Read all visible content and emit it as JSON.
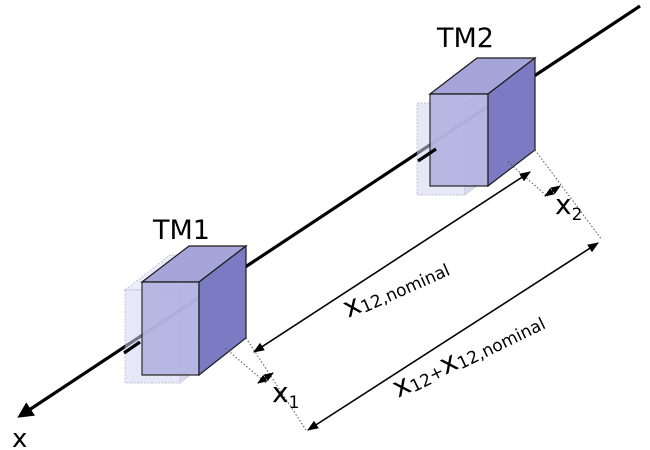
{
  "colors": {
    "cube_front": "#b3b3e2",
    "cube_right": "#7b7bc3",
    "cube_top": "#9e9ed8",
    "ghost_fill": "#c9c9f0",
    "edge": "#1a1a1a",
    "axis": "#000000"
  },
  "axis": {
    "label": "x"
  },
  "masses": {
    "tm1": {
      "label": "TM1"
    },
    "tm2": {
      "label": "TM2"
    }
  },
  "dimensions": {
    "x1": {
      "main": "x",
      "sub": "1"
    },
    "x2": {
      "main": "x",
      "sub": "2"
    },
    "nominal": {
      "main": "x",
      "sub": "12,nominal"
    },
    "total": {
      "main1": "x",
      "sub1": "12",
      "plus": "+",
      "main2": "x",
      "sub2": "12,nominal"
    }
  }
}
